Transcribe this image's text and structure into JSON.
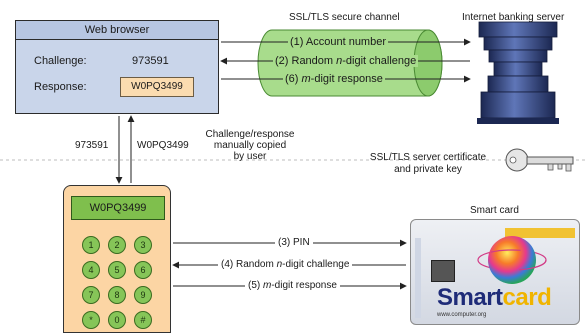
{
  "browser": {
    "title": "Web browser",
    "challenge_label": "Challenge:",
    "challenge_value": "973591",
    "response_label": "Response:",
    "response_value": "W0PQ3499"
  },
  "channel_label": "SSL/TLS secure channel",
  "server_label": "Internet banking server",
  "channel_messages": {
    "m1": "(1) Account number",
    "m2_prefix": "(2) Random ",
    "m2_var": "n",
    "m2_suffix": "-digit challenge",
    "m6_prefix": "(6) ",
    "m6_var": "m",
    "m6_suffix": "-digit response"
  },
  "copy_values": {
    "challenge": "973591",
    "response": "W0PQ3499"
  },
  "copy_note": {
    "line1": "Challenge/response",
    "line2": "manually copied",
    "line3": "by user"
  },
  "certificate_note": {
    "line1": "SSL/TLS server certificate",
    "line2": "and private key"
  },
  "token": {
    "display": "W0PQ3499",
    "keys": [
      "1",
      "2",
      "3",
      "4",
      "5",
      "6",
      "7",
      "8",
      "9",
      "*",
      "0",
      "#"
    ]
  },
  "smartcard_label": "Smart card",
  "card_messages": {
    "m3": "(3) PIN",
    "m4_prefix": "(4) Random ",
    "m4_var": "n",
    "m4_suffix": "-digit challenge",
    "m5_prefix": "(5) ",
    "m5_var": "m",
    "m5_suffix": "-digit response"
  },
  "card": {
    "brand_main": "Smart",
    "brand_accent": "card",
    "url": "www.computer.org"
  },
  "colors": {
    "browser_fill": "#c9d5ea",
    "response_fill": "#fbdcb0",
    "channel_fill": "#a8dc8c",
    "token_fill": "#fcd5a4",
    "key_fill": "#86c558",
    "server_fill": "#3a4d86"
  }
}
